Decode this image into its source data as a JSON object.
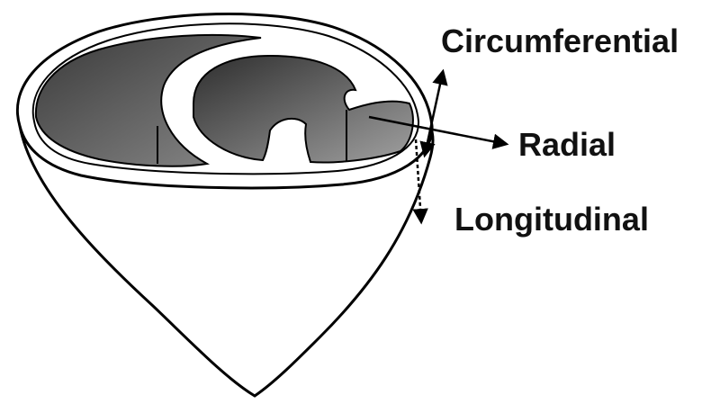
{
  "labels": {
    "circumferential": "Circumferential",
    "radial": "Radial",
    "longitudinal": "Longitudinal"
  },
  "colors": {
    "outline": "#000000",
    "cavity_dark": "#4a4a4a",
    "cavity_light": "#9a9a9a",
    "wall": "#ffffff"
  }
}
